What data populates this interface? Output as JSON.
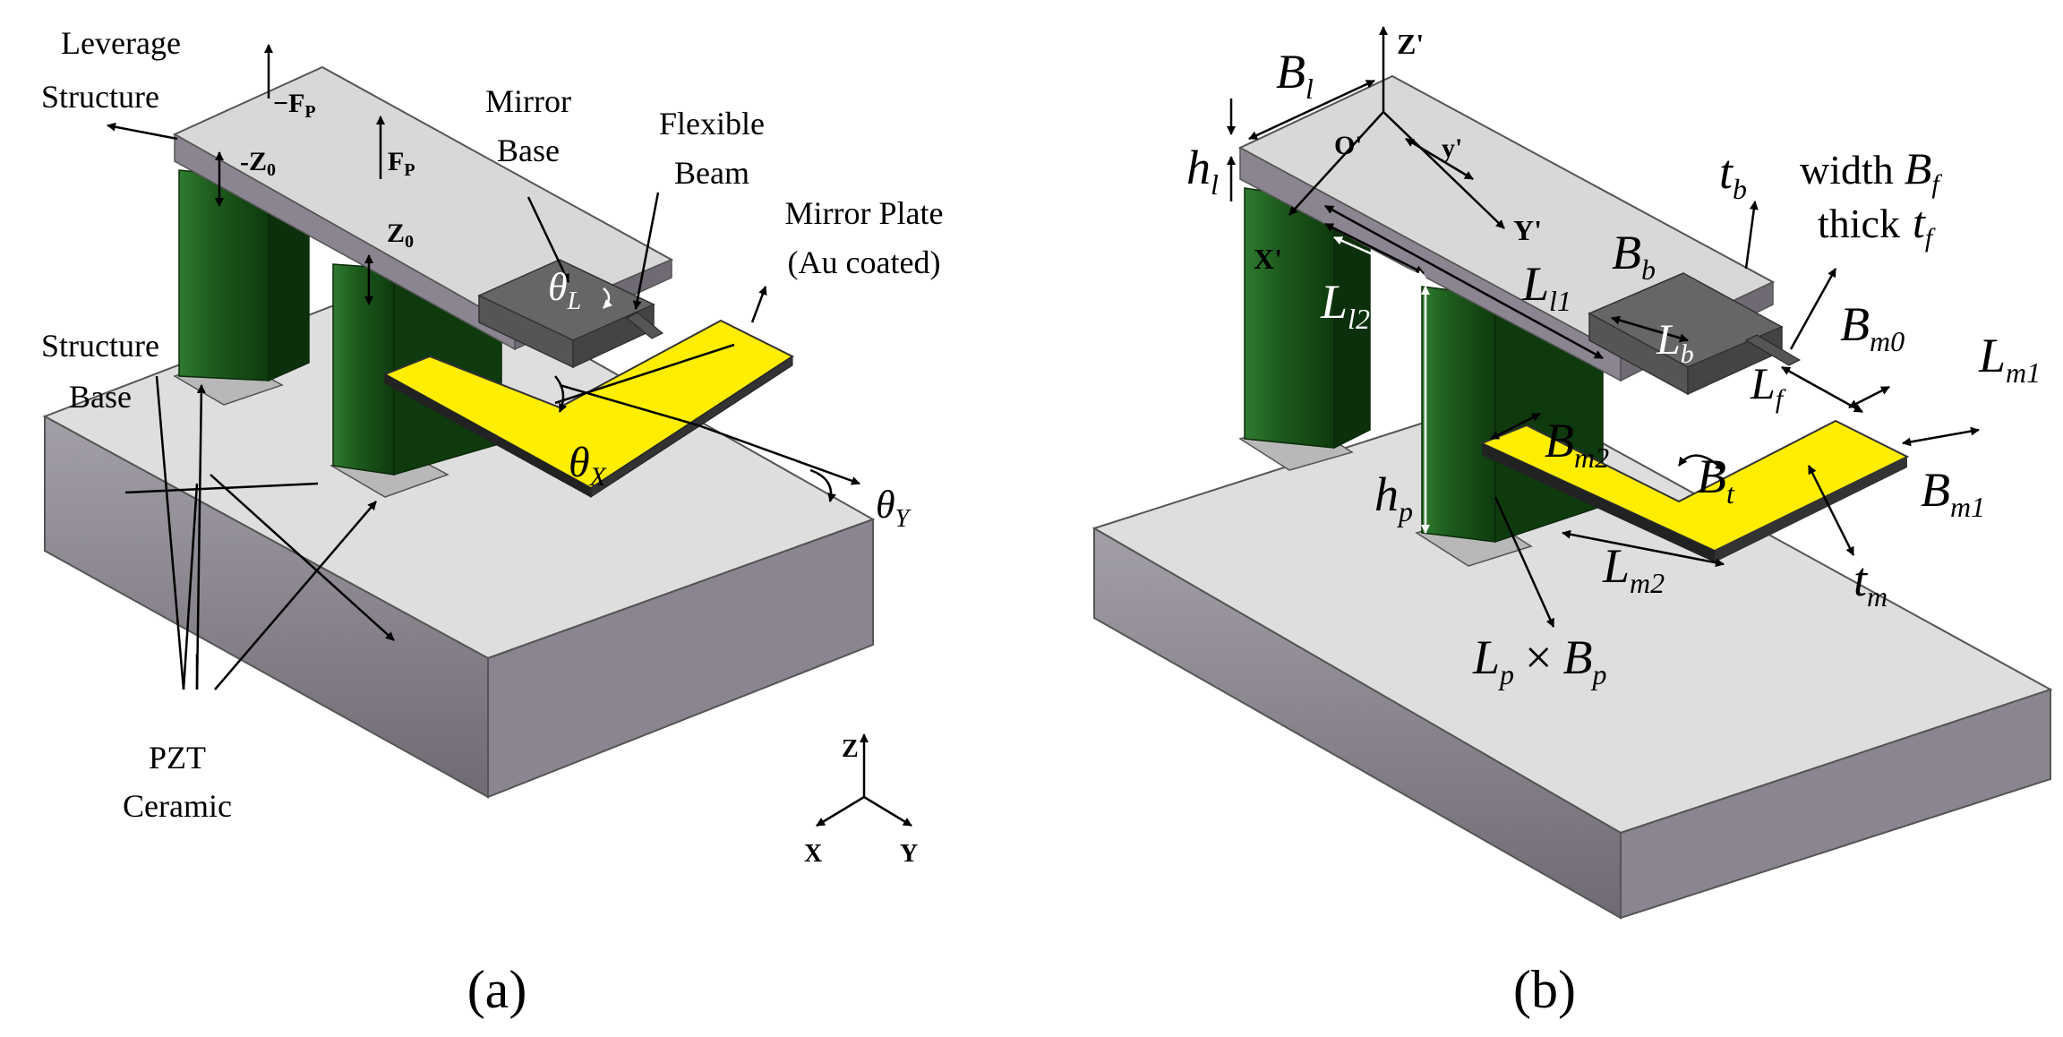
{
  "panel_a": {
    "caption": "(a)",
    "labels": {
      "leverage_1": "Leverage",
      "leverage_2": "Structure",
      "mirror_base_1": "Mirror",
      "mirror_base_2": "Base",
      "flexible_beam_1": "Flexible",
      "flexible_beam_2": "Beam",
      "mirror_plate_1": "Mirror Plate",
      "mirror_plate_2": "(Au coated)",
      "structure_base_1": "Structure",
      "structure_base_2": "Base",
      "pzt_1": "PZT",
      "pzt_2": "Ceramic",
      "neg_fp": "−F",
      "fp": "F",
      "fp_sub": "P",
      "neg_z0": "-Z",
      "z0": "Z",
      "z0_sub": "0",
      "theta": "θ",
      "theta_l_sub": "L",
      "theta_x_sub": "X",
      "theta_y_sub": "Y",
      "axis_z": "Z",
      "axis_x": "X",
      "axis_y": "Y"
    }
  },
  "panel_b": {
    "caption": "(b)",
    "labels": {
      "zp": "Z'",
      "op": "O'",
      "yp_small": "y'",
      "Yp": "Y'",
      "Xp": "X'",
      "B": "B",
      "L": "L",
      "h": "h",
      "t": "t",
      "times": "×",
      "width": "width",
      "thick": "thick",
      "sub_l": "l",
      "sub_l1": "l1",
      "sub_l2": "l2",
      "sub_b": "b",
      "sub_f": "f",
      "sub_m0": "m0",
      "sub_m1": "m1",
      "sub_m2": "m2",
      "sub_t": "t",
      "sub_p": "p",
      "sub_m": "m"
    }
  },
  "colors": {
    "grey_top": "#dcdcdc",
    "grey_side": "#8e8a93",
    "pzt_green": "#1e5a1e",
    "mirror_yellow": "#ffee00",
    "mirror_base": "#6a6a6a"
  }
}
